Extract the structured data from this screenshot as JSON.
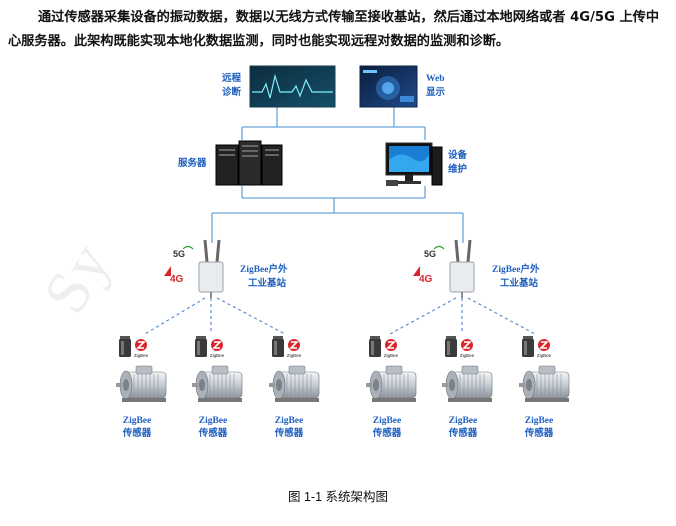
{
  "intro_text": "通过传感器采集设备的振动数据，数据以无线方式传输至接收基站，然后通过本地网络或者 4G/5G 上传中心服务器。此架构既能实现本地化数据监测，同时也能实现远程对数据的监测和诊断。",
  "labels": {
    "remote_diag": [
      "远程",
      "诊断"
    ],
    "web_display": [
      "Web",
      "显示"
    ],
    "server": "服务器",
    "maintenance": [
      "设备",
      "维护"
    ],
    "station": [
      "ZigBee户外",
      "工业基站"
    ],
    "sensor": [
      "ZigBee",
      "传感器"
    ],
    "badge_5g": "5G",
    "badge_4g": "4G",
    "zigbee_brand": "ZigBee"
  },
  "caption": "图 1-1  系统架构图",
  "watermark": "Sy",
  "colors": {
    "line": "#6aa3d8",
    "label": "#1f5fbf",
    "dashed": "#5b8fd0"
  }
}
